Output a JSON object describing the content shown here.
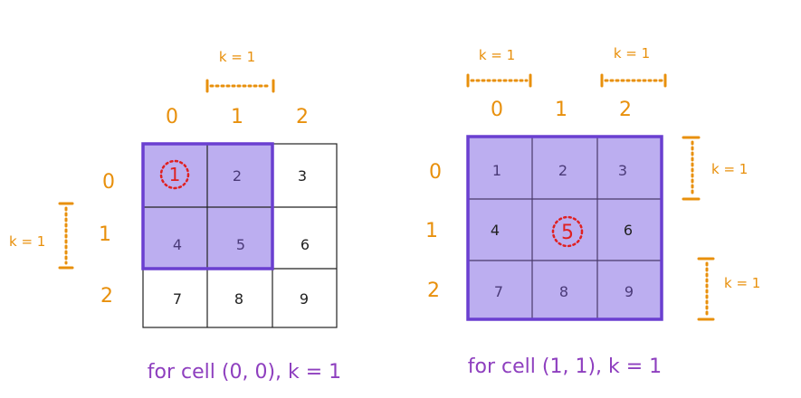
{
  "colors": {
    "highlight_fill": "#bcaef0",
    "highlight_border": "#6a3fd0",
    "index_orange": "#e8900c",
    "center_red": "#e02020",
    "caption_purple": "#8e3fbf"
  },
  "k_label": "k = 1",
  "left": {
    "col_indices": [
      "0",
      "1",
      "2"
    ],
    "row_indices": [
      "0",
      "1",
      "2"
    ],
    "cells": [
      "1",
      "2",
      "3",
      "4",
      "5",
      "6",
      "7",
      "8",
      "9"
    ],
    "center_cell": "1",
    "caption": "for cell (0, 0), k = 1"
  },
  "right": {
    "col_indices": [
      "0",
      "1",
      "2"
    ],
    "row_indices": [
      "0",
      "1",
      "2"
    ],
    "cells": [
      "1",
      "2",
      "3",
      "4",
      "5",
      "6",
      "7",
      "8",
      "9"
    ],
    "center_cell": "5",
    "caption": "for cell (1, 1), k = 1"
  }
}
